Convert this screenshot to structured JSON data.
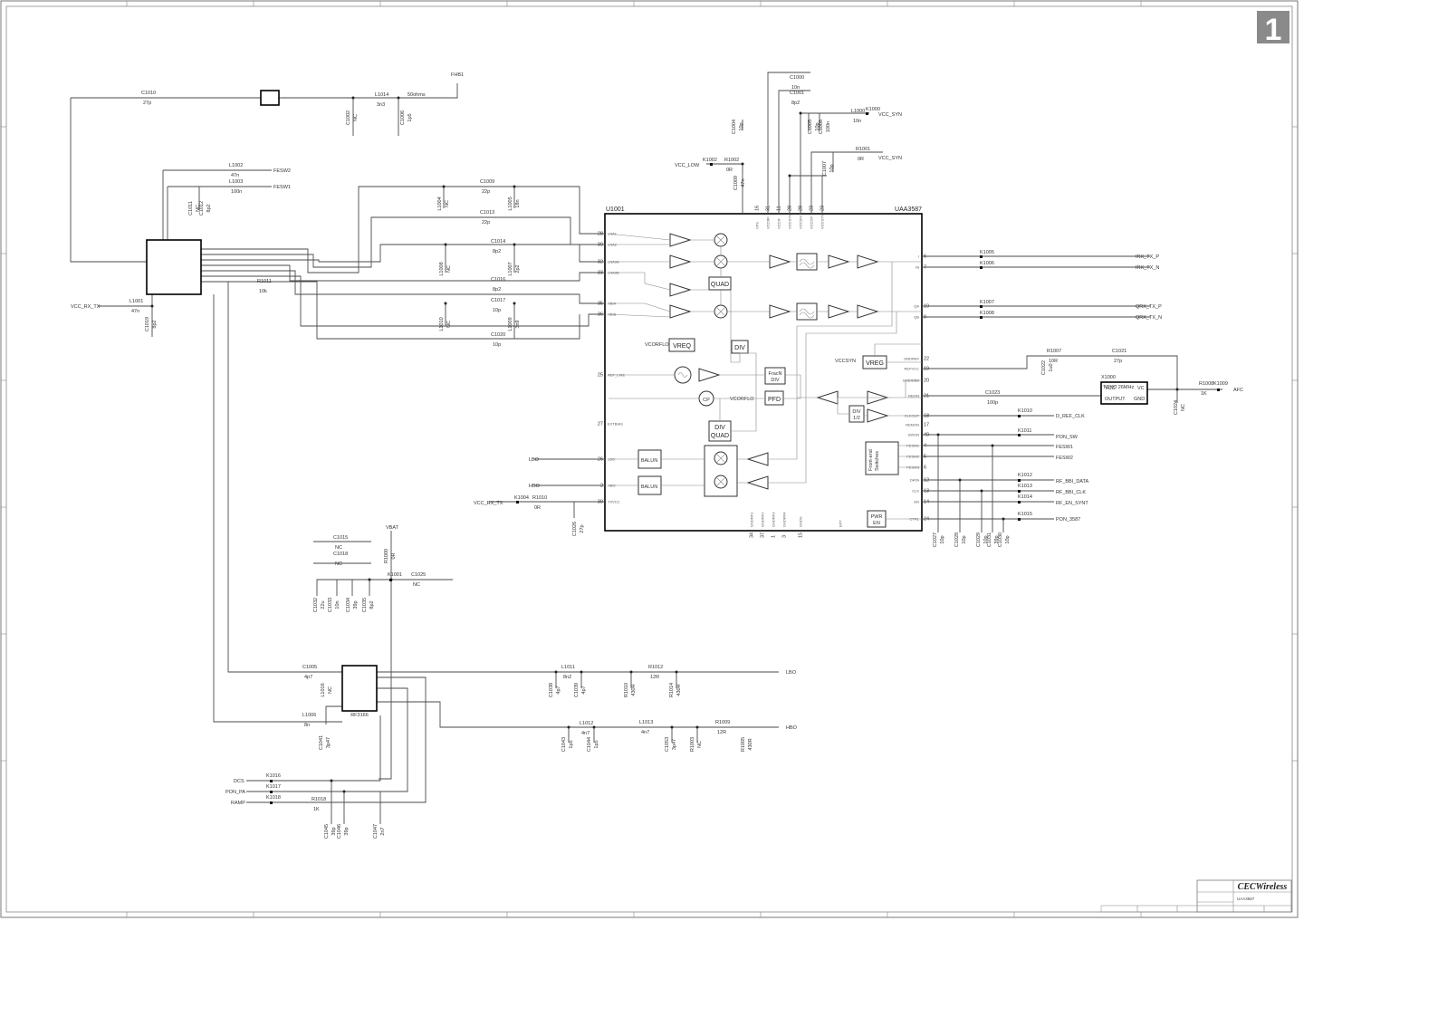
{
  "sheet": {
    "number": "1",
    "company": "CECWireless",
    "title": "UAA3587"
  },
  "main_ic": {
    "ref": "U1001",
    "part": "UAA3587",
    "blocks": [
      "QUAD",
      "VREQ",
      "DIV",
      "FracN DIV",
      "CP",
      "PFD",
      "DIV QUAD",
      "BALUN",
      "BALUN",
      "VREG",
      "DIV 1/2",
      "Front-end Switches",
      "PWR EN"
    ],
    "pins_left": [
      {
        "name": "LNA1",
        "num": "28"
      },
      {
        "name": "LNA2",
        "num": "30"
      },
      {
        "name": "LNA3A",
        "num": "32"
      },
      {
        "name": "LNA3B",
        "num": "33"
      },
      {
        "name": "HBIA",
        "num": "35"
      },
      {
        "name": "HBIB",
        "num": "36"
      },
      {
        "name": "REF_LINE",
        "num": "25"
      },
      {
        "name": "EXTBIAS",
        "num": "27"
      },
      {
        "name": "LBO",
        "num": "26"
      },
      {
        "name": "HBO",
        "num": "2"
      },
      {
        "name": "TXVCC",
        "num": "39"
      }
    ],
    "pins_right": [
      {
        "name": "I",
        "num": "6"
      },
      {
        "name": "IB",
        "num": "7"
      },
      {
        "name": "QA",
        "num": "10"
      },
      {
        "name": "QB",
        "num": "9"
      },
      {
        "name": "GNDREF",
        "num": "22"
      },
      {
        "name": "REFVCC",
        "num": "19"
      },
      {
        "name": "GNDIDBB",
        "num": "20"
      },
      {
        "name": "REFIN",
        "num": "21"
      },
      {
        "name": "CLKOUT",
        "num": "18"
      },
      {
        "name": "REMON",
        "num": "17"
      },
      {
        "name": "SWON",
        "num": "40"
      },
      {
        "name": "FESW1",
        "num": "4"
      },
      {
        "name": "FESW2",
        "num": "5"
      },
      {
        "name": "FESW3",
        "num": "6"
      },
      {
        "name": "DATA",
        "num": "12"
      },
      {
        "name": "CLK",
        "num": "13"
      },
      {
        "name": "EN",
        "num": "14"
      },
      {
        "name": "CTRL",
        "num": "24"
      }
    ],
    "pins_top": [
      "VFS",
      "VCCRF",
      "VCCIF",
      "VCCSYN",
      "VCCDIV",
      "VCCCP",
      "VCCSYN"
    ],
    "top_nums": [
      "16",
      "31",
      "11",
      "28",
      "28",
      "23",
      "23"
    ],
    "pins_bottom": [
      "GNDRF1",
      "GNDRF2",
      "GNDRF3",
      "GNDRF4",
      "GNDS",
      "EPT"
    ],
    "bottom_nums": [
      "34",
      "37",
      "1",
      "3",
      "15",
      ""
    ]
  },
  "nets": {
    "vcc_rx_tx": "VCC_RX_TX",
    "vcc_low": "VCC_LOW",
    "vcc_syn": "VCC_SYN",
    "vcc_syn2": "VCC_SYN",
    "vcc_rx_tx2": "VCC_RX_TX",
    "vbat": "VBAT",
    "vcorflo": "VCORFLO",
    "vcorflo2": "VCORFLO",
    "vccsyn": "VCCSYN",
    "lbo": "LBO",
    "hbo": "HBO",
    "lbo_out": "LBO",
    "hbo_out": "HBO",
    "dcs": "DCS",
    "pon_pa": "PON_PA",
    "ramp": "RAMP",
    "fesw1": "FESW1",
    "fesw2": "FESW2",
    "fesw1_b": "FESW1",
    "fesw2_b": "FESW2",
    "irx_tx_p": "IRX_TX_P",
    "irx_tx_n": "IRX_TX_N",
    "qrx_tx_p": "QRX_TX_P",
    "qrx_tx_n": "QRX_TX_N",
    "d_ref_clk": "D_REF_CLK",
    "pon_sw": "PON_SW",
    "rf_bbi_data": "RF_BBI_DATA",
    "rf_bbi_clk": "RF_BBI_CLK",
    "rf_en_synt": "RF_EN_SYNT",
    "pon_3587": "PON_3587",
    "afc": "AFC",
    "fhb1": "FHB1"
  },
  "parts": [
    {
      "ref": "C1010",
      "val": "27p"
    },
    {
      "ref": "L1014",
      "val": "3n3"
    },
    {
      "ref": "C1002",
      "val": "NC"
    },
    {
      "ref": "C1006",
      "val": "1p5"
    },
    {
      "ref": "C1000",
      "val": "10n"
    },
    {
      "ref": "C1001",
      "val": "8p2"
    },
    {
      "ref": "C1004",
      "val": "10p"
    },
    {
      "ref": "C1005",
      "val": "10p"
    },
    {
      "ref": "C1008",
      "val": "100n"
    },
    {
      "ref": "L1000",
      "val": "10n"
    },
    {
      "ref": "K1000",
      "val": ""
    },
    {
      "ref": "R1001",
      "val": "0R"
    },
    {
      "ref": "C1007",
      "val": "10p"
    },
    {
      "ref": "K1002",
      "val": ""
    },
    {
      "ref": "R1002",
      "val": "0R"
    },
    {
      "ref": "C1009",
      "val": "47n"
    },
    {
      "ref": "L1002",
      "val": "47n"
    },
    {
      "ref": "L1003",
      "val": "100n"
    },
    {
      "ref": "C1011",
      "val": "NC"
    },
    {
      "ref": "C1012",
      "val": "8p2"
    },
    {
      "ref": "C1009b",
      "val": "22p"
    },
    {
      "ref": "L1004",
      "val": "NC"
    },
    {
      "ref": "L1005",
      "val": "18n"
    },
    {
      "ref": "C1013",
      "val": "22p"
    },
    {
      "ref": "C1014",
      "val": "8p2"
    },
    {
      "ref": "L1008",
      "val": "NC"
    },
    {
      "ref": "L1007",
      "val": "2p2"
    },
    {
      "ref": "C1016",
      "val": "8p2"
    },
    {
      "ref": "C1017",
      "val": "10p"
    },
    {
      "ref": "L1010",
      "val": "NC"
    },
    {
      "ref": "L1009",
      "val": "3n9"
    },
    {
      "ref": "C1020",
      "val": "10p"
    },
    {
      "ref": "R1011",
      "val": "10k"
    },
    {
      "ref": "L1001",
      "val": "47n"
    },
    {
      "ref": "C1019",
      "val": "8p2"
    },
    {
      "ref": "K1004",
      "val": ""
    },
    {
      "ref": "R1010",
      "val": "0R"
    },
    {
      "ref": "C1026",
      "val": "27p"
    },
    {
      "ref": "K1005",
      "val": ""
    },
    {
      "ref": "K1006",
      "val": ""
    },
    {
      "ref": "K1007",
      "val": ""
    },
    {
      "ref": "K1008",
      "val": ""
    },
    {
      "ref": "R1007",
      "val": "10R"
    },
    {
      "ref": "C1021",
      "val": "27p"
    },
    {
      "ref": "C1022",
      "val": "1u0"
    },
    {
      "ref": "X1000",
      "val": "TCXO 26MHz"
    },
    {
      "ref": "R1008",
      "val": "1K"
    },
    {
      "ref": "K1009",
      "val": ""
    },
    {
      "ref": "C1024",
      "val": "NC"
    },
    {
      "ref": "C1023",
      "val": "100p"
    },
    {
      "ref": "K1010",
      "val": ""
    },
    {
      "ref": "K1011",
      "val": ""
    },
    {
      "ref": "K1012",
      "val": ""
    },
    {
      "ref": "K1013",
      "val": ""
    },
    {
      "ref": "K1014",
      "val": ""
    },
    {
      "ref": "K1015",
      "val": ""
    },
    {
      "ref": "C1027",
      "val": "10p"
    },
    {
      "ref": "C1028",
      "val": "10p"
    },
    {
      "ref": "C1029",
      "val": "10p"
    },
    {
      "ref": "C1031",
      "val": "39p"
    },
    {
      "ref": "C1030",
      "val": "10p"
    },
    {
      "ref": "C1015",
      "val": "NC"
    },
    {
      "ref": "C1018",
      "val": "NC"
    },
    {
      "ref": "R1000",
      "val": "0R"
    },
    {
      "ref": "K1001",
      "val": ""
    },
    {
      "ref": "C1025",
      "val": "NC"
    },
    {
      "ref": "C1032",
      "val": "22u"
    },
    {
      "ref": "C1033",
      "val": "10n"
    },
    {
      "ref": "C1034",
      "val": "39p"
    },
    {
      "ref": "C1035",
      "val": "8p2"
    },
    {
      "ref": "C1036",
      "val": ""
    },
    {
      "ref": "C1005b",
      "val": "4p7"
    },
    {
      "ref": "L1016",
      "val": "NC"
    },
    {
      "ref": "L1006",
      "val": "8n"
    },
    {
      "ref": "C1041",
      "val": "3p47"
    },
    {
      "ref": "L1011",
      "val": "8n2"
    },
    {
      "ref": "C1038",
      "val": "4p7"
    },
    {
      "ref": "C1039",
      "val": "4p7"
    },
    {
      "ref": "R1010b",
      "val": "430R"
    },
    {
      "ref": "R1012",
      "val": "12R"
    },
    {
      "ref": "R1014",
      "val": "430R"
    },
    {
      "ref": "L1012",
      "val": "4n7"
    },
    {
      "ref": "L1013",
      "val": "4n7"
    },
    {
      "ref": "C1043",
      "val": "1p5"
    },
    {
      "ref": "C1044",
      "val": "1p5"
    },
    {
      "ref": "C1053",
      "val": "3p47"
    },
    {
      "ref": "R1003",
      "val": "NC"
    },
    {
      "ref": "R1009",
      "val": "12R"
    },
    {
      "ref": "R1005",
      "val": "430R"
    },
    {
      "ref": "K1016",
      "val": ""
    },
    {
      "ref": "K1017",
      "val": ""
    },
    {
      "ref": "K1018",
      "val": ""
    },
    {
      "ref": "R1018",
      "val": "1K"
    },
    {
      "ref": "C1045",
      "val": "39p"
    },
    {
      "ref": "C1046",
      "val": "39p"
    },
    {
      "ref": "C1047",
      "val": "2n7"
    }
  ],
  "pa": {
    "ref": "RF3166"
  },
  "other": {
    "fhb1_val": "50ohms",
    "nc": "NC"
  }
}
